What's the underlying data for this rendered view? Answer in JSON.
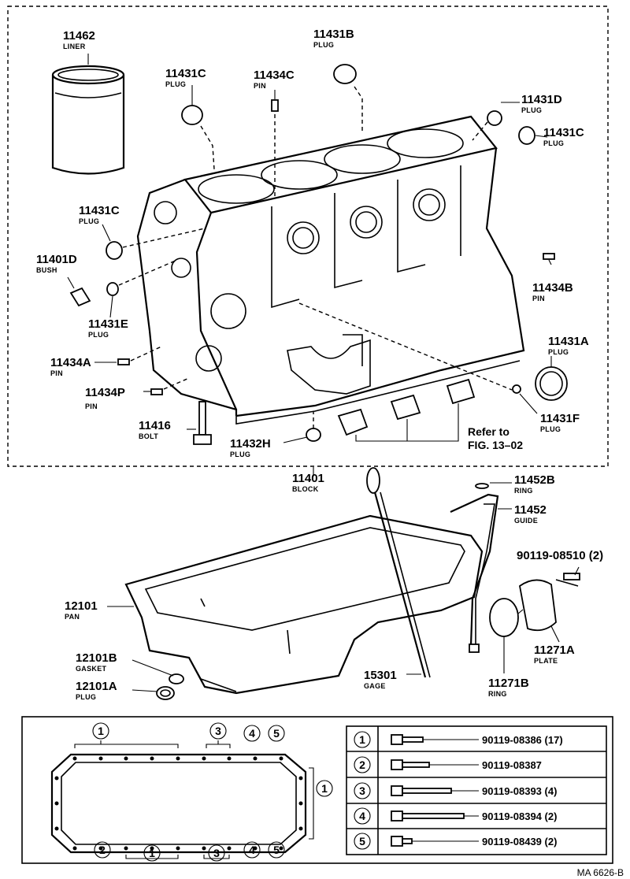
{
  "parts": [
    {
      "id": "11462",
      "num": "11462",
      "name": "LINER"
    },
    {
      "id": "11431B",
      "num": "11431B",
      "name": "PLUG"
    },
    {
      "id": "11431C-top",
      "num": "11431C",
      "name": "PLUG"
    },
    {
      "id": "11434C",
      "num": "11434C",
      "name": "PIN"
    },
    {
      "id": "11431D",
      "num": "11431D",
      "name": "PLUG"
    },
    {
      "id": "11431C-right",
      "num": "11431C",
      "name": "PLUG"
    },
    {
      "id": "11431C-left",
      "num": "11431C",
      "name": "PLUG"
    },
    {
      "id": "11401D",
      "num": "11401D",
      "name": "BUSH"
    },
    {
      "id": "11431E",
      "num": "11431E",
      "name": "PLUG"
    },
    {
      "id": "11434B",
      "num": "11434B",
      "name": "PIN"
    },
    {
      "id": "11431A",
      "num": "11431A",
      "name": "PLUG"
    },
    {
      "id": "11434A",
      "num": "11434A",
      "name": "PIN"
    },
    {
      "id": "11434P",
      "num": "11434P",
      "name": "PIN"
    },
    {
      "id": "11416",
      "num": "11416",
      "name": "BOLT"
    },
    {
      "id": "11432H",
      "num": "11432H",
      "name": "PLUG"
    },
    {
      "id": "11431F",
      "num": "11431F",
      "name": "PLUG"
    },
    {
      "id": "11401",
      "num": "11401",
      "name": "BLOCK"
    },
    {
      "id": "11452B",
      "num": "11452B",
      "name": "RING"
    },
    {
      "id": "11452",
      "num": "11452",
      "name": "GUIDE"
    },
    {
      "id": "90119-08510",
      "num": "90119-08510 (2)",
      "name": ""
    },
    {
      "id": "12101",
      "num": "12101",
      "name": "PAN"
    },
    {
      "id": "11271A",
      "num": "11271A",
      "name": "PLATE"
    },
    {
      "id": "12101B",
      "num": "12101B",
      "name": "GASKET"
    },
    {
      "id": "12101A",
      "num": "12101A",
      "name": "PLUG"
    },
    {
      "id": "15301",
      "num": "15301",
      "name": "GAGE"
    },
    {
      "id": "11271B",
      "num": "11271B",
      "name": "RING"
    }
  ],
  "refer_note": {
    "line1": "Refer to",
    "line2": "FIG. 13–02"
  },
  "bolt_table": [
    {
      "key": "1",
      "part": "90119-08386 (17)"
    },
    {
      "key": "2",
      "part": "90119-08387"
    },
    {
      "key": "3",
      "part": "90119-08393 (4)"
    },
    {
      "key": "4",
      "part": "90119-08394 (2)"
    },
    {
      "key": "5",
      "part": "90119-08439 (2)"
    }
  ],
  "pan_callouts": {
    "top_1": "1",
    "top_3": "3",
    "top_4": "4",
    "top_5": "5",
    "right_1": "1",
    "bot_2": "2",
    "bot_1": "1",
    "bot_3": "3",
    "bot_4": "4",
    "bot_5": "5"
  },
  "figure_code": "MA 6626-B"
}
